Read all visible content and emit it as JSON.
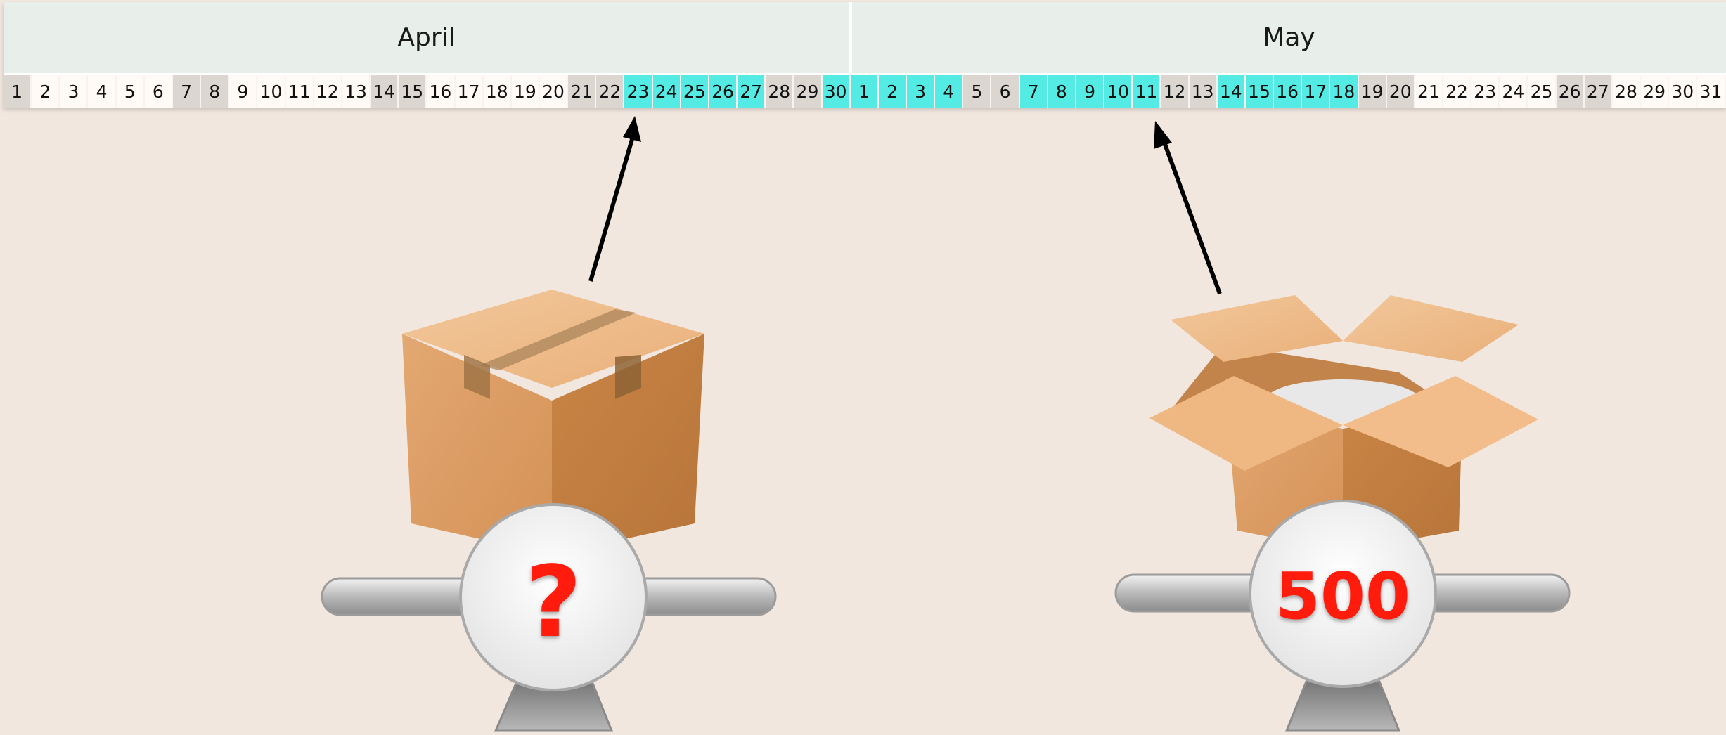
{
  "calendar": {
    "months": [
      {
        "name": "April",
        "days": [
          {
            "n": "1",
            "state": "weekend"
          },
          {
            "n": "2",
            "state": "workday"
          },
          {
            "n": "3",
            "state": "workday"
          },
          {
            "n": "4",
            "state": "workday"
          },
          {
            "n": "5",
            "state": "workday"
          },
          {
            "n": "6",
            "state": "workday"
          },
          {
            "n": "7",
            "state": "weekend"
          },
          {
            "n": "8",
            "state": "weekend"
          },
          {
            "n": "9",
            "state": "workday"
          },
          {
            "n": "10",
            "state": "workday"
          },
          {
            "n": "11",
            "state": "workday"
          },
          {
            "n": "12",
            "state": "workday"
          },
          {
            "n": "13",
            "state": "workday"
          },
          {
            "n": "14",
            "state": "weekend"
          },
          {
            "n": "15",
            "state": "weekend"
          },
          {
            "n": "16",
            "state": "workday"
          },
          {
            "n": "17",
            "state": "workday"
          },
          {
            "n": "18",
            "state": "workday"
          },
          {
            "n": "19",
            "state": "workday"
          },
          {
            "n": "20",
            "state": "workday"
          },
          {
            "n": "21",
            "state": "weekend"
          },
          {
            "n": "22",
            "state": "weekend"
          },
          {
            "n": "23",
            "state": "highlight"
          },
          {
            "n": "24",
            "state": "highlight"
          },
          {
            "n": "25",
            "state": "highlight"
          },
          {
            "n": "26",
            "state": "highlight"
          },
          {
            "n": "27",
            "state": "highlight"
          },
          {
            "n": "28",
            "state": "weekend"
          },
          {
            "n": "29",
            "state": "weekend"
          },
          {
            "n": "30",
            "state": "highlight"
          }
        ]
      },
      {
        "name": "May",
        "days": [
          {
            "n": "1",
            "state": "highlight"
          },
          {
            "n": "2",
            "state": "highlight"
          },
          {
            "n": "3",
            "state": "highlight"
          },
          {
            "n": "4",
            "state": "highlight"
          },
          {
            "n": "5",
            "state": "weekend"
          },
          {
            "n": "6",
            "state": "weekend"
          },
          {
            "n": "7",
            "state": "highlight"
          },
          {
            "n": "8",
            "state": "highlight"
          },
          {
            "n": "9",
            "state": "highlight"
          },
          {
            "n": "10",
            "state": "highlight"
          },
          {
            "n": "11",
            "state": "highlight"
          },
          {
            "n": "12",
            "state": "weekend"
          },
          {
            "n": "13",
            "state": "weekend"
          },
          {
            "n": "14",
            "state": "highlight"
          },
          {
            "n": "15",
            "state": "highlight"
          },
          {
            "n": "16",
            "state": "highlight"
          },
          {
            "n": "17",
            "state": "highlight"
          },
          {
            "n": "18",
            "state": "highlight"
          },
          {
            "n": "19",
            "state": "weekend"
          },
          {
            "n": "20",
            "state": "weekend"
          },
          {
            "n": "21",
            "state": "workday"
          },
          {
            "n": "22",
            "state": "workday"
          },
          {
            "n": "23",
            "state": "workday"
          },
          {
            "n": "24",
            "state": "workday"
          },
          {
            "n": "25",
            "state": "workday"
          },
          {
            "n": "26",
            "state": "weekend"
          },
          {
            "n": "27",
            "state": "weekend"
          },
          {
            "n": "28",
            "state": "workday"
          },
          {
            "n": "29",
            "state": "workday"
          },
          {
            "n": "30",
            "state": "workday"
          },
          {
            "n": "31",
            "state": "workday"
          }
        ]
      }
    ]
  },
  "scales": {
    "left": {
      "label": "?",
      "box": "closed-box-icon",
      "points_to": "April 23"
    },
    "right": {
      "label": "500",
      "box": "open-box-icon",
      "points_to": "May 11"
    }
  },
  "colors": {
    "background": "#f1e7df",
    "header": "#e8eeea",
    "highlight": "#53ebe4",
    "weekend": "#dcd6d1",
    "workday": "#fffaf5",
    "label": "#ff1e10"
  }
}
